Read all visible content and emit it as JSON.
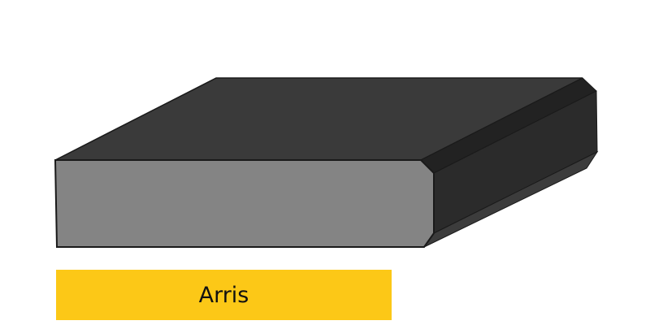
{
  "diagram": {
    "title": "Arris",
    "shape": "chamfered-slab",
    "colors": {
      "front_face": "#848484",
      "top_face": "#3a3a3a",
      "top_chamfer": "#222222",
      "side_face": "#2b2b2b",
      "bottom_chamfer": "#3c3c3c",
      "outline": "#1a1a1a",
      "label_background": "#fcc817"
    }
  },
  "label": {
    "text": "Arris"
  }
}
